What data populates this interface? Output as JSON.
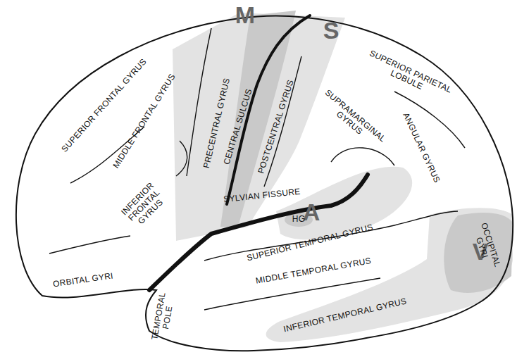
{
  "diagram": {
    "labels": [
      "M",
      "S",
      "A",
      "V",
      "SUPERIOR FRONTAL GYRUS",
      "MIDDLE FRONTAL GYRUS",
      "PRECENTRAL GYRUS",
      "CENTRAL SULCUS",
      "POSTCENTRAL GYRUS",
      "SUPERIOR PARIETAL LOBULE",
      "SUPRAMARGINAL GYRUS",
      "ANGULAR GYRUS",
      "INFERIOR FRONTAL GYRUS",
      "SYLVIAN FISSURE",
      "HG",
      "SUPERIOR TEMPORAL GYRUS",
      "MIDDLE TEMPORAL GYRUS",
      "INFERIOR TEMPORAL GYRUS",
      "ORBITAL GYRI",
      "TEMPORAL POLE",
      "OCCIPITAL GYRI"
    ]
  }
}
